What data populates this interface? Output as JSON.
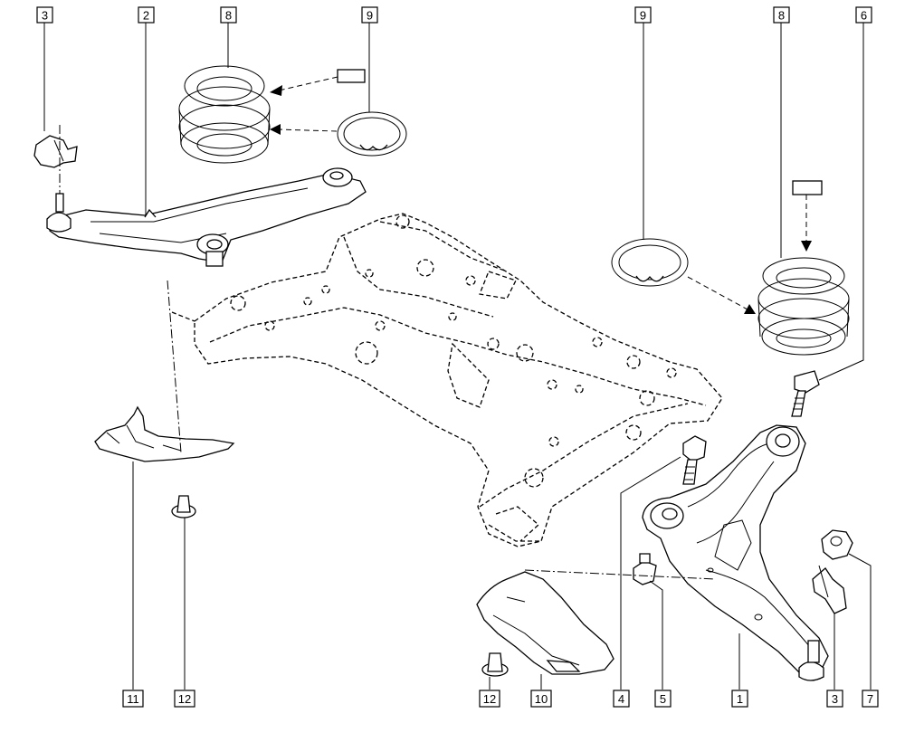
{
  "callouts": [
    {
      "id": "c3a",
      "label": "3"
    },
    {
      "id": "c2",
      "label": "2"
    },
    {
      "id": "c8a",
      "label": "8"
    },
    {
      "id": "c9a",
      "label": "9"
    },
    {
      "id": "c9b",
      "label": "9"
    },
    {
      "id": "c8b",
      "label": "8"
    },
    {
      "id": "c6",
      "label": "6"
    },
    {
      "id": "c11",
      "label": "11"
    },
    {
      "id": "c12a",
      "label": "12"
    },
    {
      "id": "c12b",
      "label": "12"
    },
    {
      "id": "c10",
      "label": "10"
    },
    {
      "id": "c4",
      "label": "4"
    },
    {
      "id": "c5",
      "label": "5"
    },
    {
      "id": "c1",
      "label": "1"
    },
    {
      "id": "c3b",
      "label": "3"
    },
    {
      "id": "c7",
      "label": "7"
    }
  ]
}
